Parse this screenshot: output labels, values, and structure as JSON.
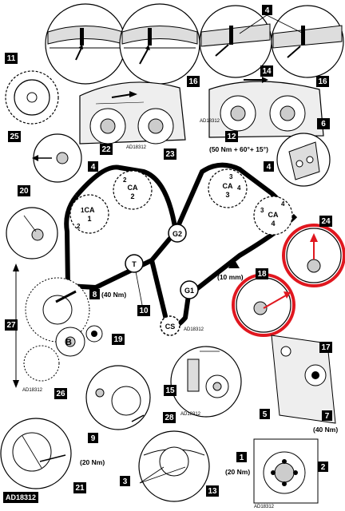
{
  "figure_code": "AD18312",
  "colors": {
    "highlight": "#e0171f",
    "ink": "#000000",
    "paper": "#ffffff"
  },
  "callouts": [
    "1",
    "2",
    "3",
    "4",
    "5",
    "6",
    "7",
    "8",
    "9",
    "10",
    "11",
    "12",
    "13",
    "14",
    "15",
    "16",
    "17",
    "18",
    "19",
    "20",
    "21",
    "22",
    "23",
    "24",
    "25",
    "26",
    "27",
    "28"
  ],
  "torques": {
    "c8": "(40 Nm)",
    "c12": "(50 Nm + 60°+ 15°)",
    "c7": "(40 Nm)",
    "c9": "(20 Nm)",
    "c1": "(20 Nm)",
    "tool": "(10 mm)"
  },
  "pulleys": {
    "ca1": "CA\n1",
    "ca2": "CA\n2",
    "ca3": "CA\n3",
    "ca4": "CA\n4",
    "g1": "G1",
    "g2": "G2",
    "t": "T",
    "cs": "CS",
    "b": "B"
  },
  "marks": {
    "ca1a": "1",
    "ca1b": "2",
    "ca2a": "2",
    "ca3a": "3",
    "ca3b": "4",
    "ca4a": "3",
    "ca4b": "4"
  },
  "icons": [
    "arrow-icon",
    "bolt-icon",
    "timing-mark-icon",
    "highlight-circle-icon"
  ]
}
